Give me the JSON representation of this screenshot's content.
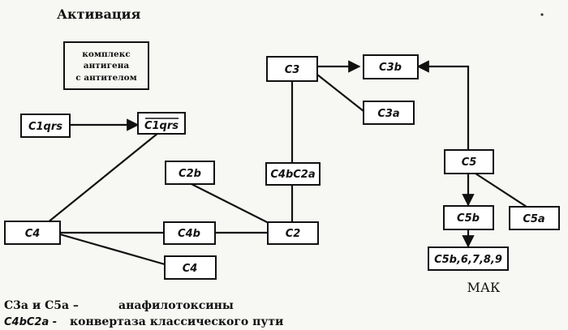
{
  "title": "Активация",
  "complex_label_lines": [
    "комплекс",
    "антигена",
    "с антителом"
  ],
  "nodes": {
    "c1qrs": "C1qrs",
    "c1qrs_active": "C1qrs",
    "c3": "C3",
    "c3b": "C3b",
    "c3a": "C3a",
    "c2b": "C2b",
    "c4bc2a": "C4bC2a",
    "c4": "C4",
    "c4b": "C4b",
    "c2": "C2",
    "c4_second": "C4",
    "c5": "C5",
    "c5b": "C5b",
    "c5a": "C5a",
    "c5b_6789": "C5b,6,7,8,9"
  },
  "mac_label": "МАК",
  "legend": [
    {
      "term": "C3a и C5a –",
      "definition": "анафилотоксины"
    },
    {
      "term": "C4bC2a -",
      "definition": "конвертаза классического пути"
    }
  ]
}
